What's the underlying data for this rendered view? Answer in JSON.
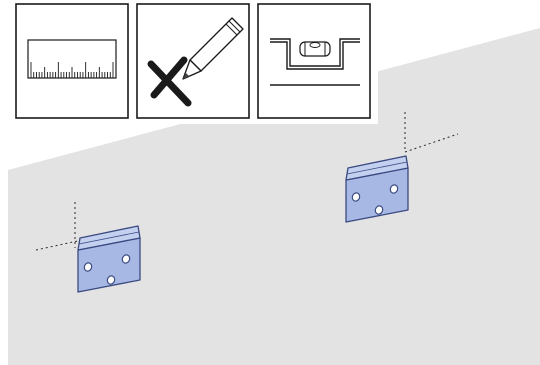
{
  "diagram": {
    "colors": {
      "wall": "#e3e3e3",
      "line": "#1a1a1a",
      "plate_fill": "#a8b8e4",
      "plate_stroke": "#3a4a80",
      "pencil_tip": "#444444",
      "marker_x": "#1a1a1a"
    },
    "tool_panels": [
      {
        "name": "tool-ruler",
        "icon": "ruler-icon"
      },
      {
        "name": "tool-pencil-mark",
        "icon": "pencil-icon"
      },
      {
        "name": "tool-spirit-level",
        "icon": "spirit-level-icon"
      }
    ],
    "brackets": [
      {
        "name": "bracket-left",
        "icon": "wall-bracket-icon"
      },
      {
        "name": "bracket-right",
        "icon": "wall-bracket-icon"
      }
    ]
  }
}
